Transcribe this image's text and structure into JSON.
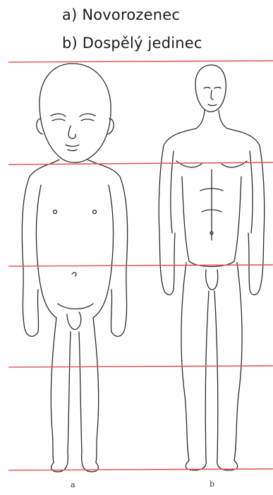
{
  "labels": {
    "a": "a) Novorozenec",
    "b": "b) Dospělý jedinec"
  },
  "figure_captions": {
    "a": "a",
    "b": "b"
  },
  "proportion_lines": {
    "count": 5,
    "color": "#e35a5a"
  },
  "figures": [
    {
      "key": "newborn",
      "caption": "a"
    },
    {
      "key": "adult",
      "caption": "b"
    }
  ]
}
